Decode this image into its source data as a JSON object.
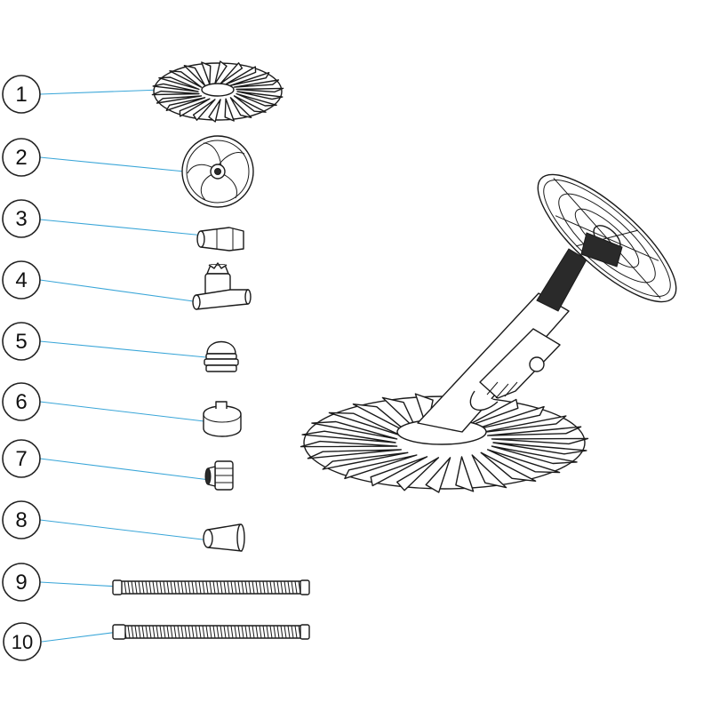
{
  "callouts": [
    {
      "label": "1",
      "part_icon": "disc-icon"
    },
    {
      "label": "2",
      "part_icon": "diaphragm-wheel-icon"
    },
    {
      "label": "3",
      "part_icon": "elbow-connector-icon"
    },
    {
      "label": "4",
      "part_icon": "regulator-valve-icon"
    },
    {
      "label": "5",
      "part_icon": "hose-cone-icon"
    },
    {
      "label": "6",
      "part_icon": "clip-icon"
    },
    {
      "label": "7",
      "part_icon": "connector-icon"
    },
    {
      "label": "8",
      "part_icon": "adapter-cone-icon"
    },
    {
      "label": "9",
      "part_icon": "hose-icon"
    },
    {
      "label": "10",
      "part_icon": "hose-icon"
    }
  ],
  "colors": {
    "leader_line": "#3aa6d8",
    "outline": "#1a1a1a",
    "background": "#ffffff"
  },
  "assembly_icon": "pool-cleaner-icon"
}
